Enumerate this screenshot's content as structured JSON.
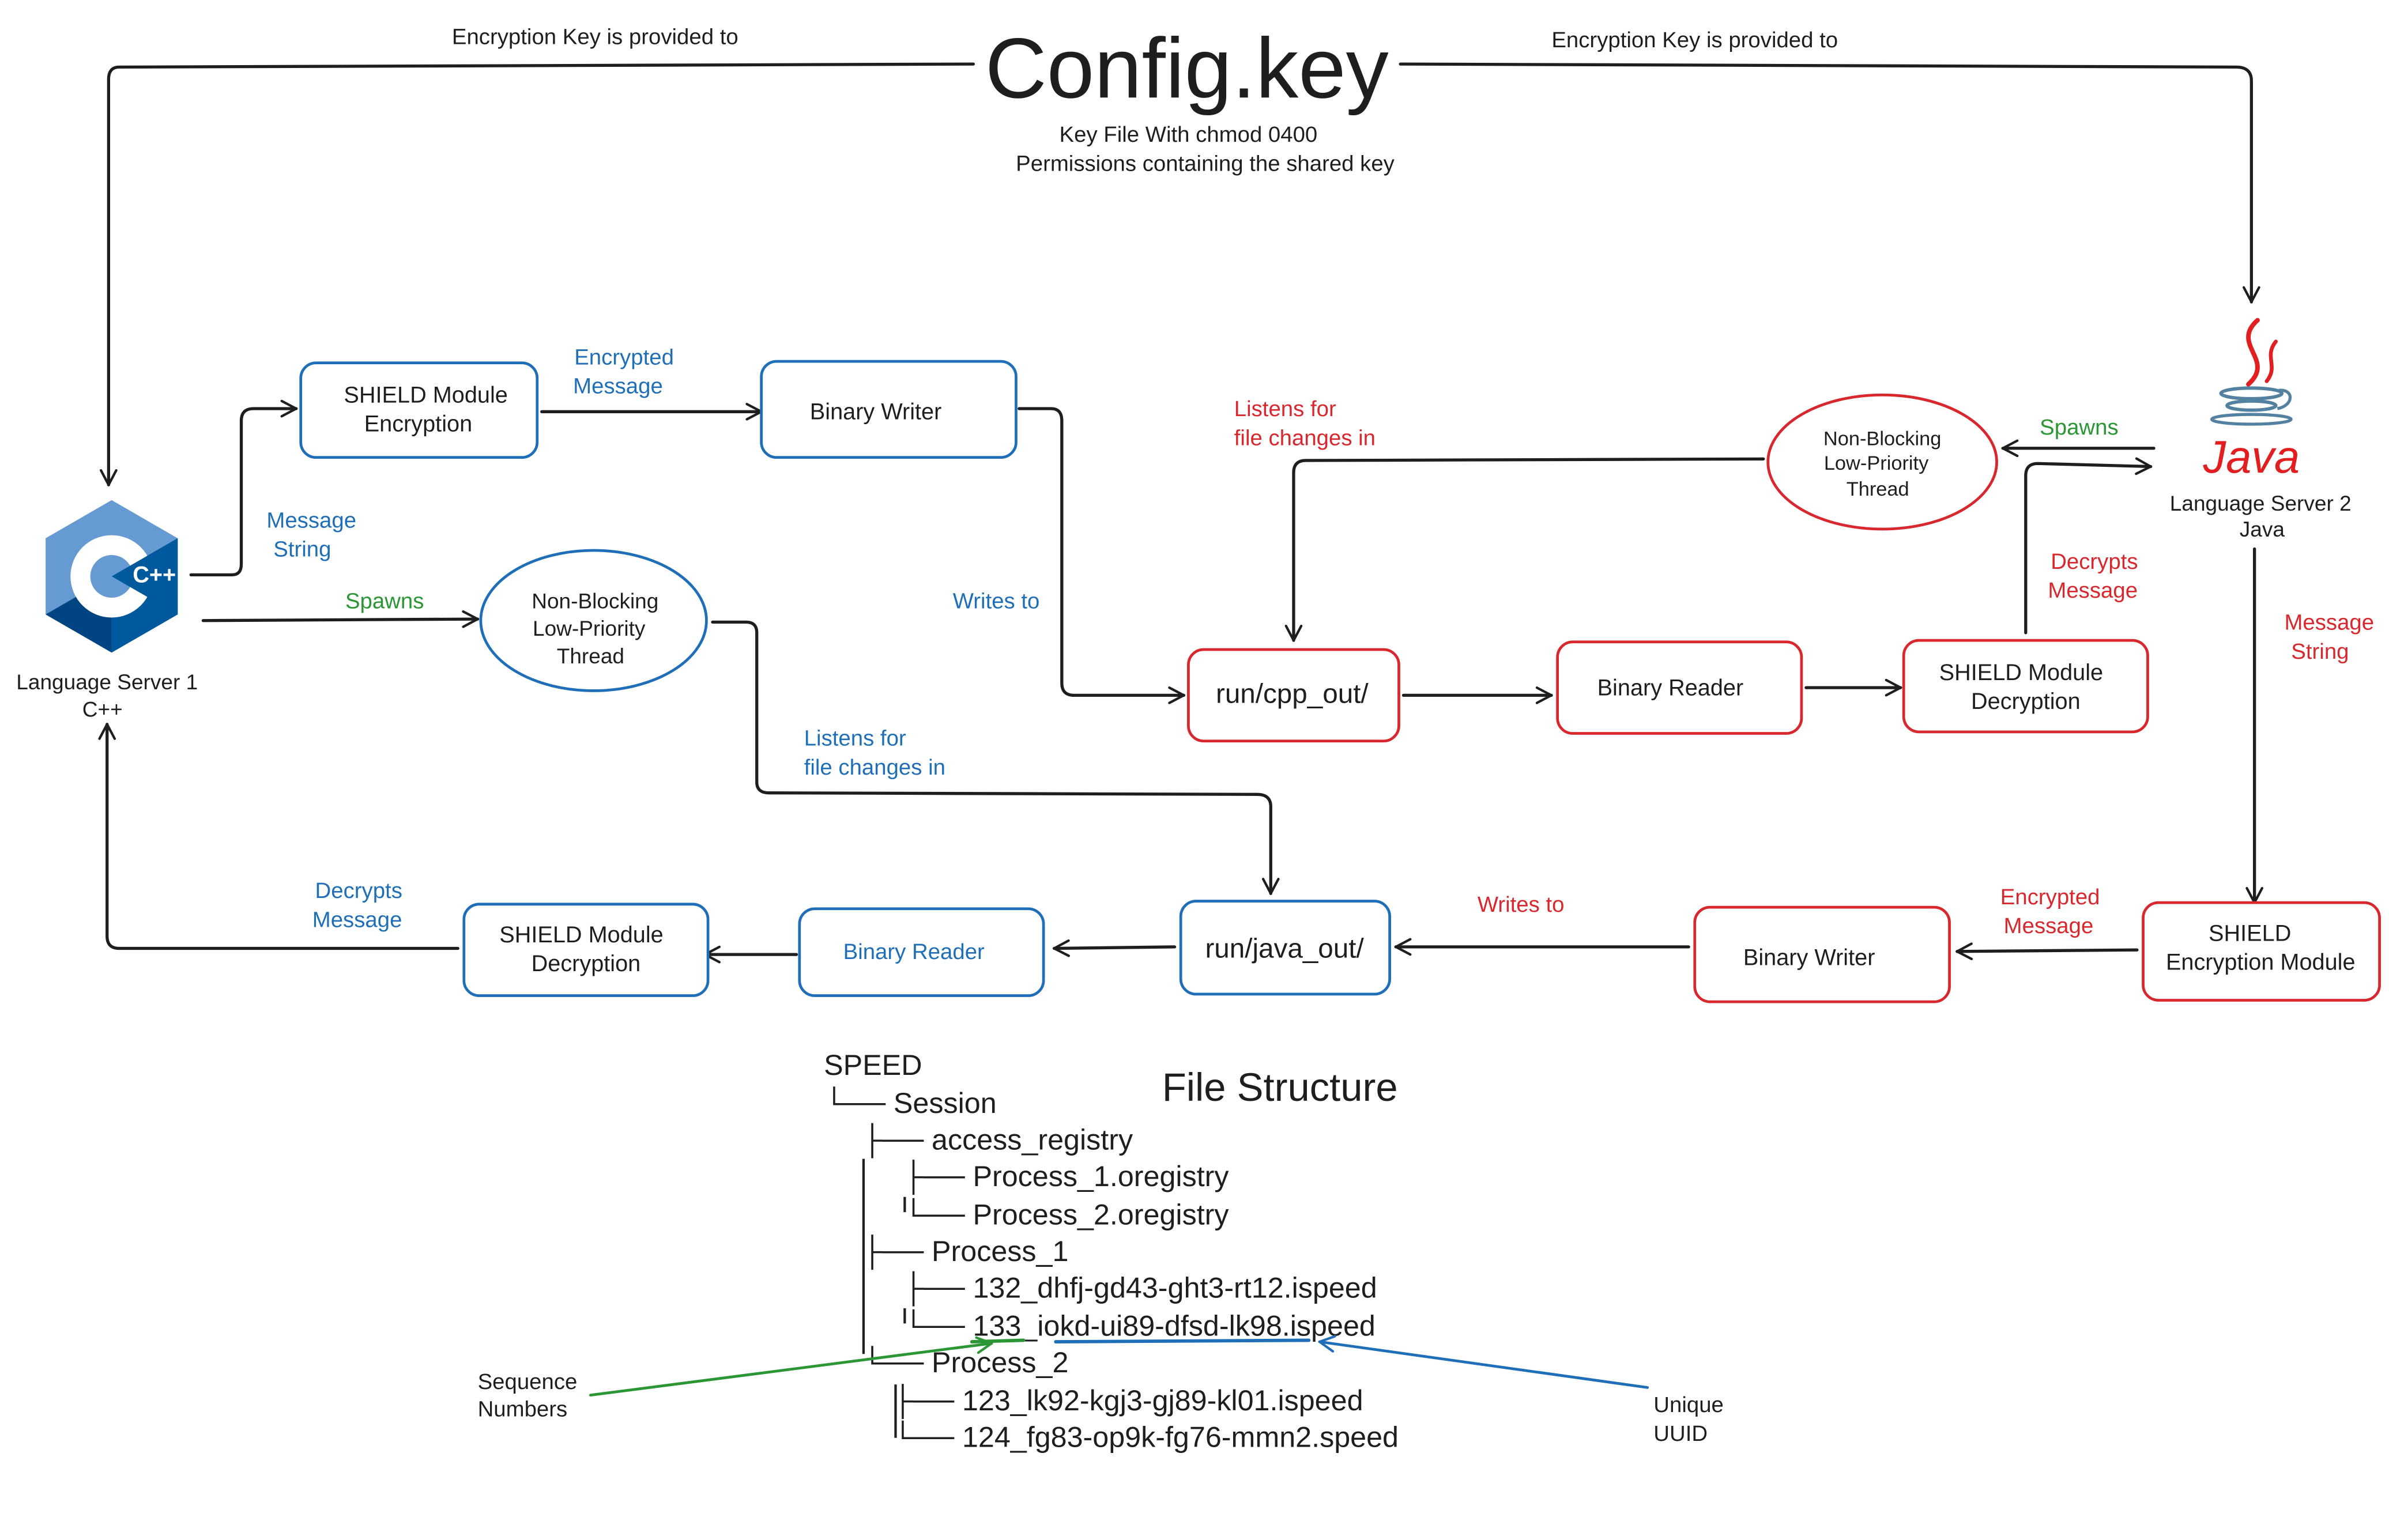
{
  "title": "Config.key",
  "subtitle_lines": [
    "Key File With chmod 0400",
    "Permissions containing the shared key"
  ],
  "edges": {
    "key_left": "Encryption Key is provided to",
    "key_right": "Encryption Key is provided to",
    "cpp_message_lines": [
      "Message",
      "String"
    ],
    "cpp_encrypted_lines": [
      "Encrypted",
      "Message"
    ],
    "cpp_spawns": "Spawns",
    "cpp_writes_to": "Writes to",
    "cpp_listens_lines": [
      "Listens for",
      "file changes in"
    ],
    "cpp_decrypts_lines": [
      "Decrypts",
      "Message"
    ],
    "java_listens_lines": [
      "Listens for",
      "file changes in"
    ],
    "java_spawns": "Spawns",
    "java_decrypts_lines": [
      "Decrypts",
      "Message"
    ],
    "java_message_lines": [
      "Message",
      "String"
    ],
    "java_encrypted_lines": [
      "Encrypted",
      "Message"
    ],
    "java_writes_to": "Writes to"
  },
  "nodes": {
    "cpp_server_lines": [
      "Language Server 1",
      "C++"
    ],
    "java_server_lines": [
      "Language Server 2",
      "Java"
    ],
    "java_logo_text": "Java",
    "cpp_logo_text": "C++",
    "cpp_encryption_lines": [
      "SHIELD Module",
      "Encryption"
    ],
    "cpp_binary_writer": "Binary Writer",
    "cpp_thread_lines": [
      "Non-Blocking",
      "Low-Priority",
      "Thread"
    ],
    "cpp_out": "run/cpp_out/",
    "java_binary_reader": "Binary Reader",
    "java_decryption_lines": [
      "SHIELD Module",
      "Decryption"
    ],
    "java_thread_lines": [
      "Non-Blocking",
      "Low-Priority",
      "Thread"
    ],
    "java_encryption_lines": [
      "SHIELD",
      "Encryption Module"
    ],
    "java_binary_writer": "Binary Writer",
    "java_out": "run/java_out/",
    "cpp_binary_reader": "Binary Reader",
    "cpp_decryption_lines": [
      "SHIELD Module",
      "Decryption"
    ]
  },
  "file_structure": {
    "heading": "File Structure",
    "lines": [
      "SPEED",
      "└── Session",
      "├── access_registry",
      "├── Process_1.oregistry",
      "└── Process_2.oregistry",
      "├── Process_1",
      "├── 132_dhfj-gd43-ght3-rt12.ispeed",
      "└── 133_iokd-ui89-dfsd-lk98.ispeed",
      "└── Process_2",
      "├── 123_lk92-kgj3-gj89-kl01.ispeed",
      "└── 124_fg83-op9k-fg76-mmn2.speed"
    ]
  },
  "callouts": {
    "sequence_lines": [
      "Sequence",
      "Numbers"
    ],
    "uuid_lines": [
      "Unique",
      "UUID"
    ]
  },
  "colors": {
    "blue": "#1f6fb8",
    "red": "#d8272d",
    "green": "#2a9634",
    "ink": "#1e1e1e",
    "cpp_light": "#659ad2",
    "cpp_dark": "#00599c",
    "java_red": "#e11f21",
    "java_blue": "#5382a1"
  }
}
